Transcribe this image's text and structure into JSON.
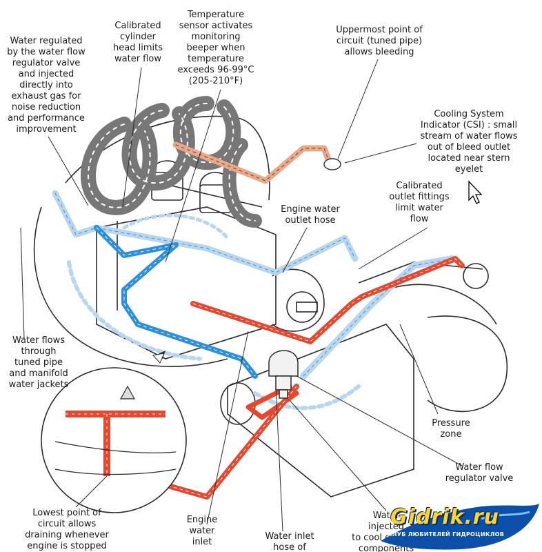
{
  "colors": {
    "hot_water": "#e8472f",
    "cold_water": "#2b8fe0",
    "light_water": "#b8d7ef",
    "tuned_pipe": "#e8a98a",
    "outline": "#2a2a2a",
    "logo_blue": "#0b4fa8",
    "logo_yellow": "#ffd52a"
  },
  "labels": {
    "water_regulated": "Water regulated\nby the water flow\nregulator valve\nand injected\ndirectly into\nexhaust gas for\nnoise reduction\nand performance\nimprovement",
    "calibrated_head": "Calibrated\ncylinder\nhead limits\nwater flow",
    "temp_sensor": "Temperature\nsensor activates\nmonitoring\nbeeper when\ntemperature\nexceeds 96-99°C\n(205-210°F)",
    "uppermost_point": "Uppermost point of\ncircuit (tuned pipe)\nallows bleeding",
    "csi": "Cooling System\nIndicator (CSI) : small\nstream of water flows\nout of bleed outlet\nlocated near stern\neyelet",
    "calibrated_outlet": "Calibrated\noutlet fittings\nlimit water\nflow",
    "engine_outlet_hose": "Engine water\noutlet hose",
    "water_flows_tuned": "Water flows\nthrough\ntuned pipe\nand manifold\nwater jackets",
    "pressure_zone": "Pressure\nzone",
    "regulator_valve": "Water flow\nregulator valve",
    "lowest_point": "Lowest  point of\ncircuit allows\ndraining whenever\nengine is stopped",
    "engine_water_inlet": "Engine\nwater\ninlet",
    "water_inlet_hose": "Water inlet\nhose of",
    "water_injected": "Water\ninjected\nto cool exhaust\ncomponents"
  },
  "logo": {
    "brand": "Gidrik.ru",
    "tagline": "КЛУБ ЛЮБИТЕЛЕЙ ГИДРОЦИКЛОВ"
  },
  "icons": [
    "mouse-cursor-icon",
    "flow-arrow-icon"
  ]
}
